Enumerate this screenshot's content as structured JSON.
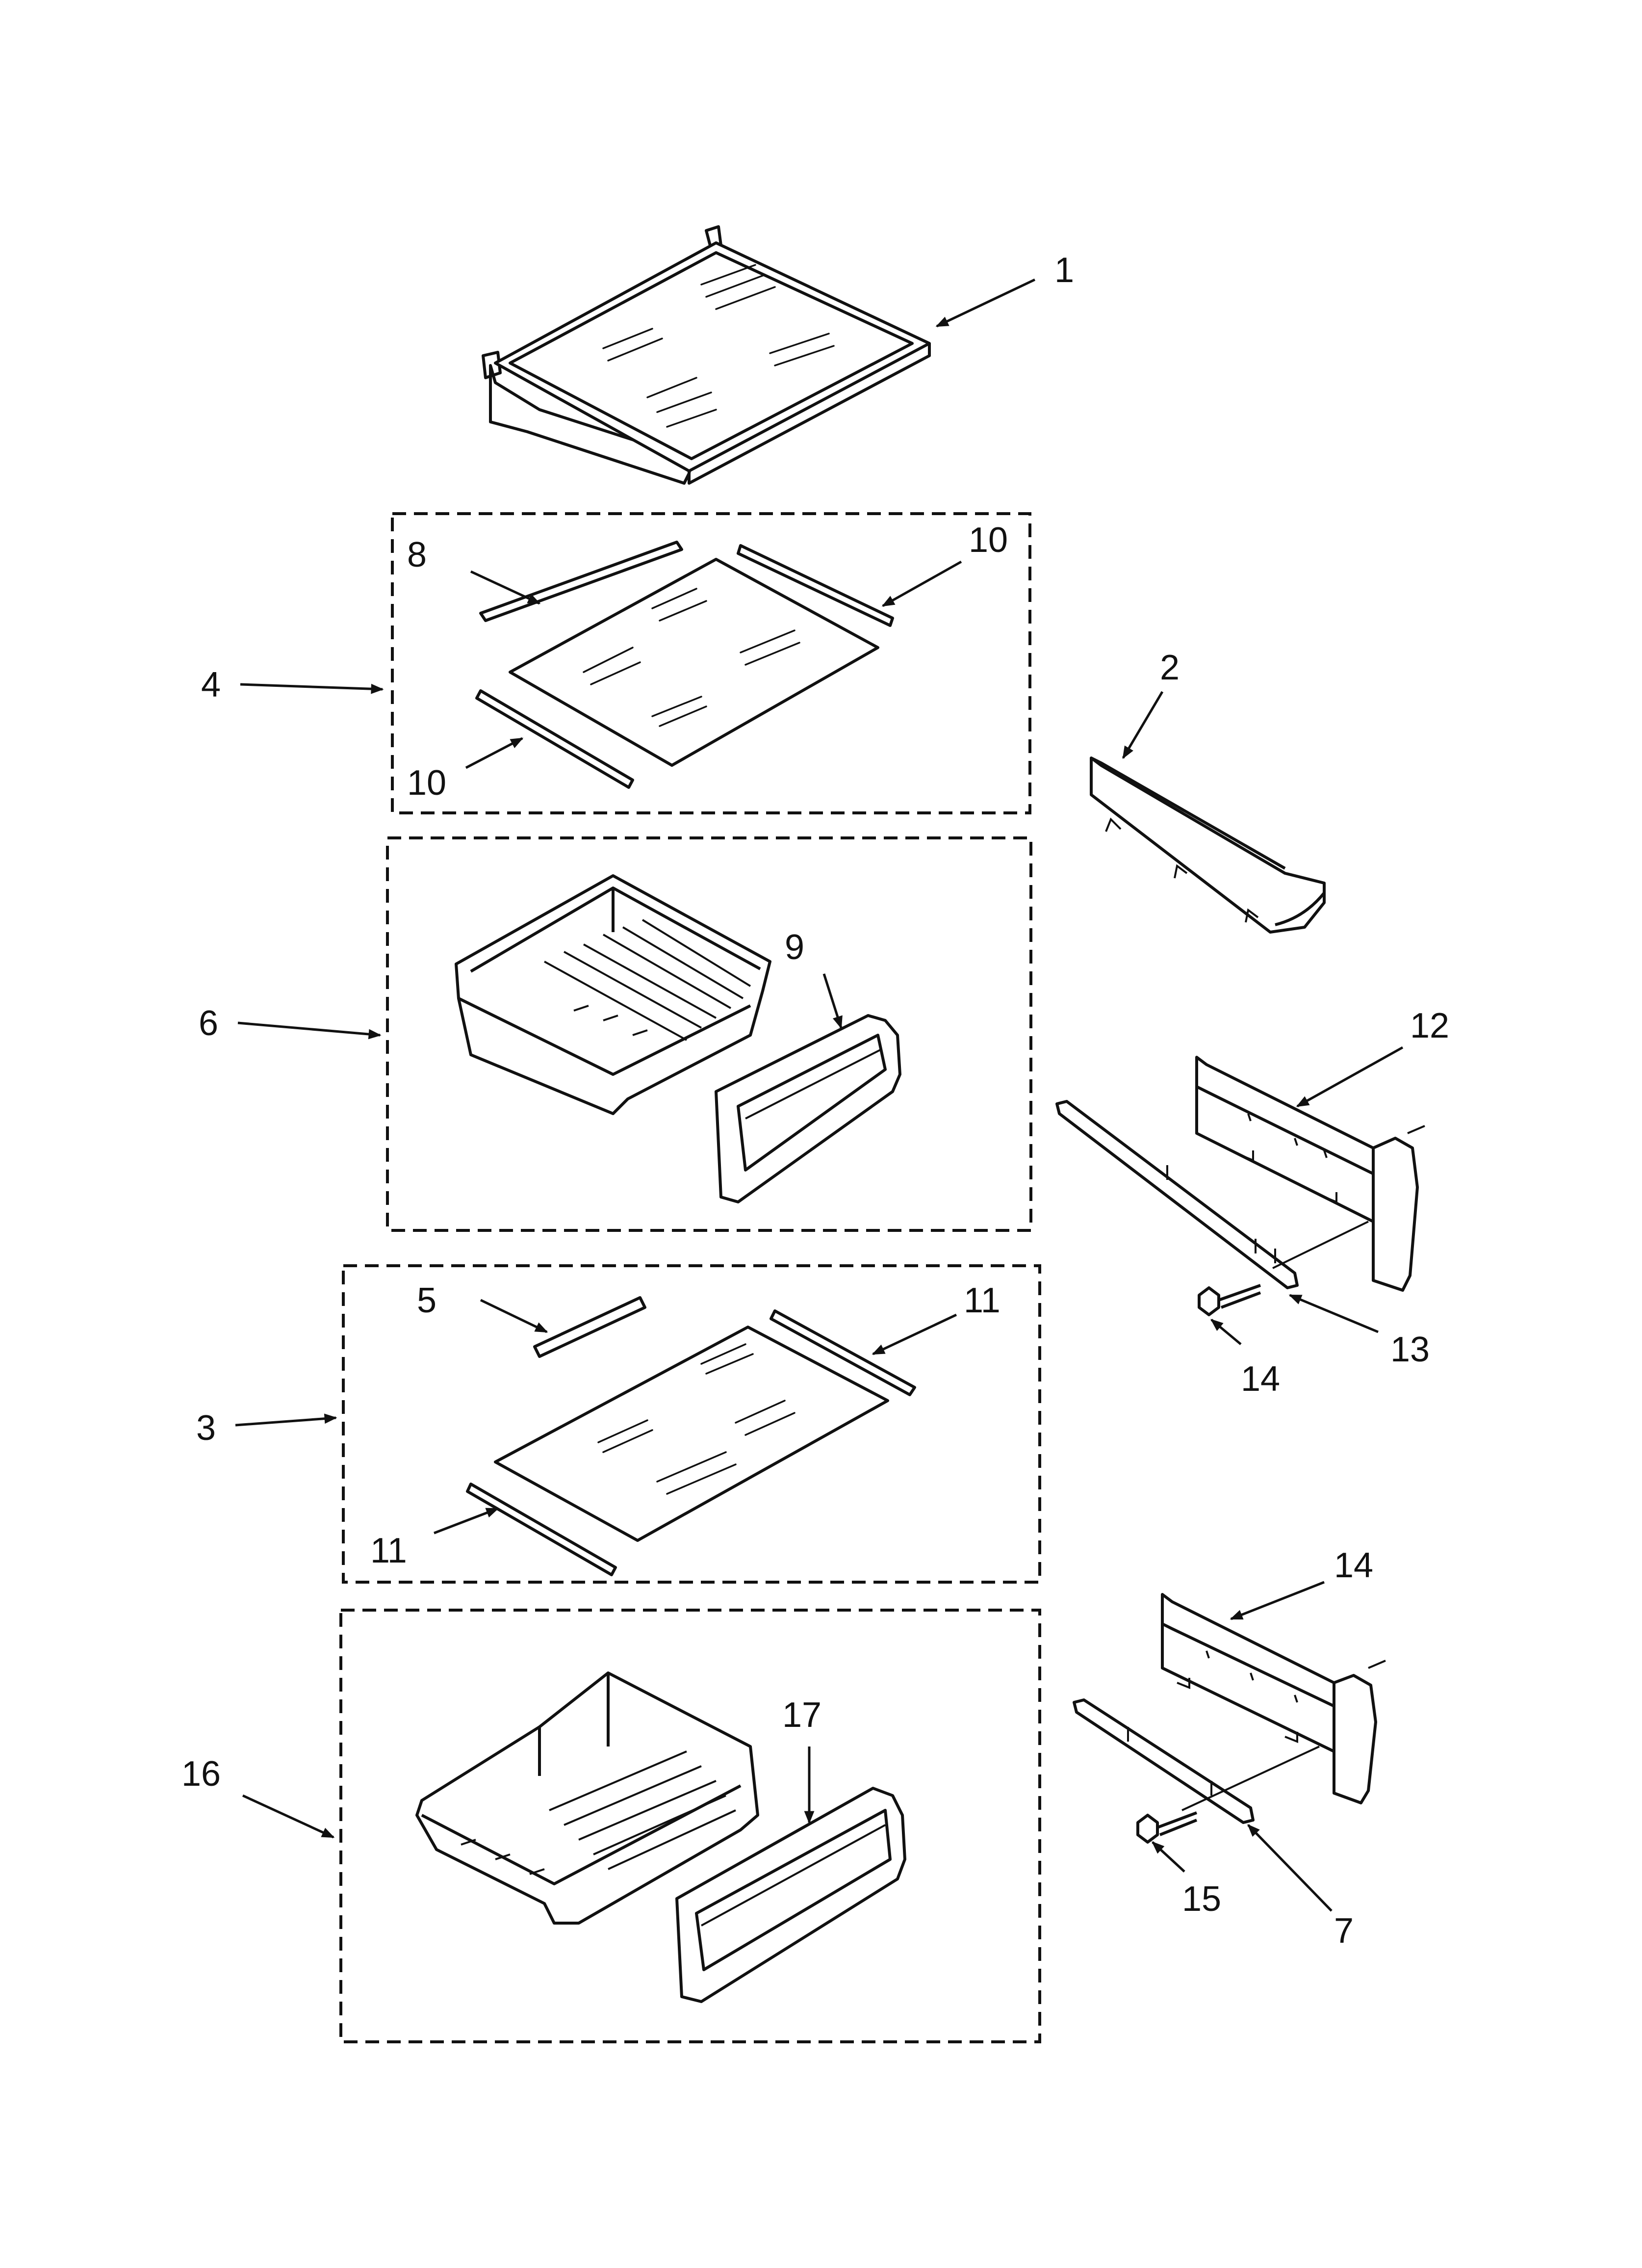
{
  "labels": {
    "l1": "1",
    "l2": "2",
    "l3": "3",
    "l4": "4",
    "l5": "5",
    "l6": "6",
    "l7": "7",
    "l8": "8",
    "l9": "9",
    "l10a": "10",
    "l10b": "10",
    "l11a": "11",
    "l11b": "11",
    "l12": "12",
    "l13": "13",
    "l14a": "14",
    "l14b": "14",
    "l15": "15",
    "l16": "16",
    "l17": "17"
  },
  "icons": {
    "top_shelf": "glass-shelf-icon",
    "crisper_drawer": "drawer-icon",
    "drawer_front": "drawer-front-icon",
    "bracket": "bracket-icon",
    "screw": "screw-icon",
    "slide_rail": "slide-rail-icon"
  },
  "colors": {
    "ink": "#111111",
    "paper": "#ffffff"
  }
}
